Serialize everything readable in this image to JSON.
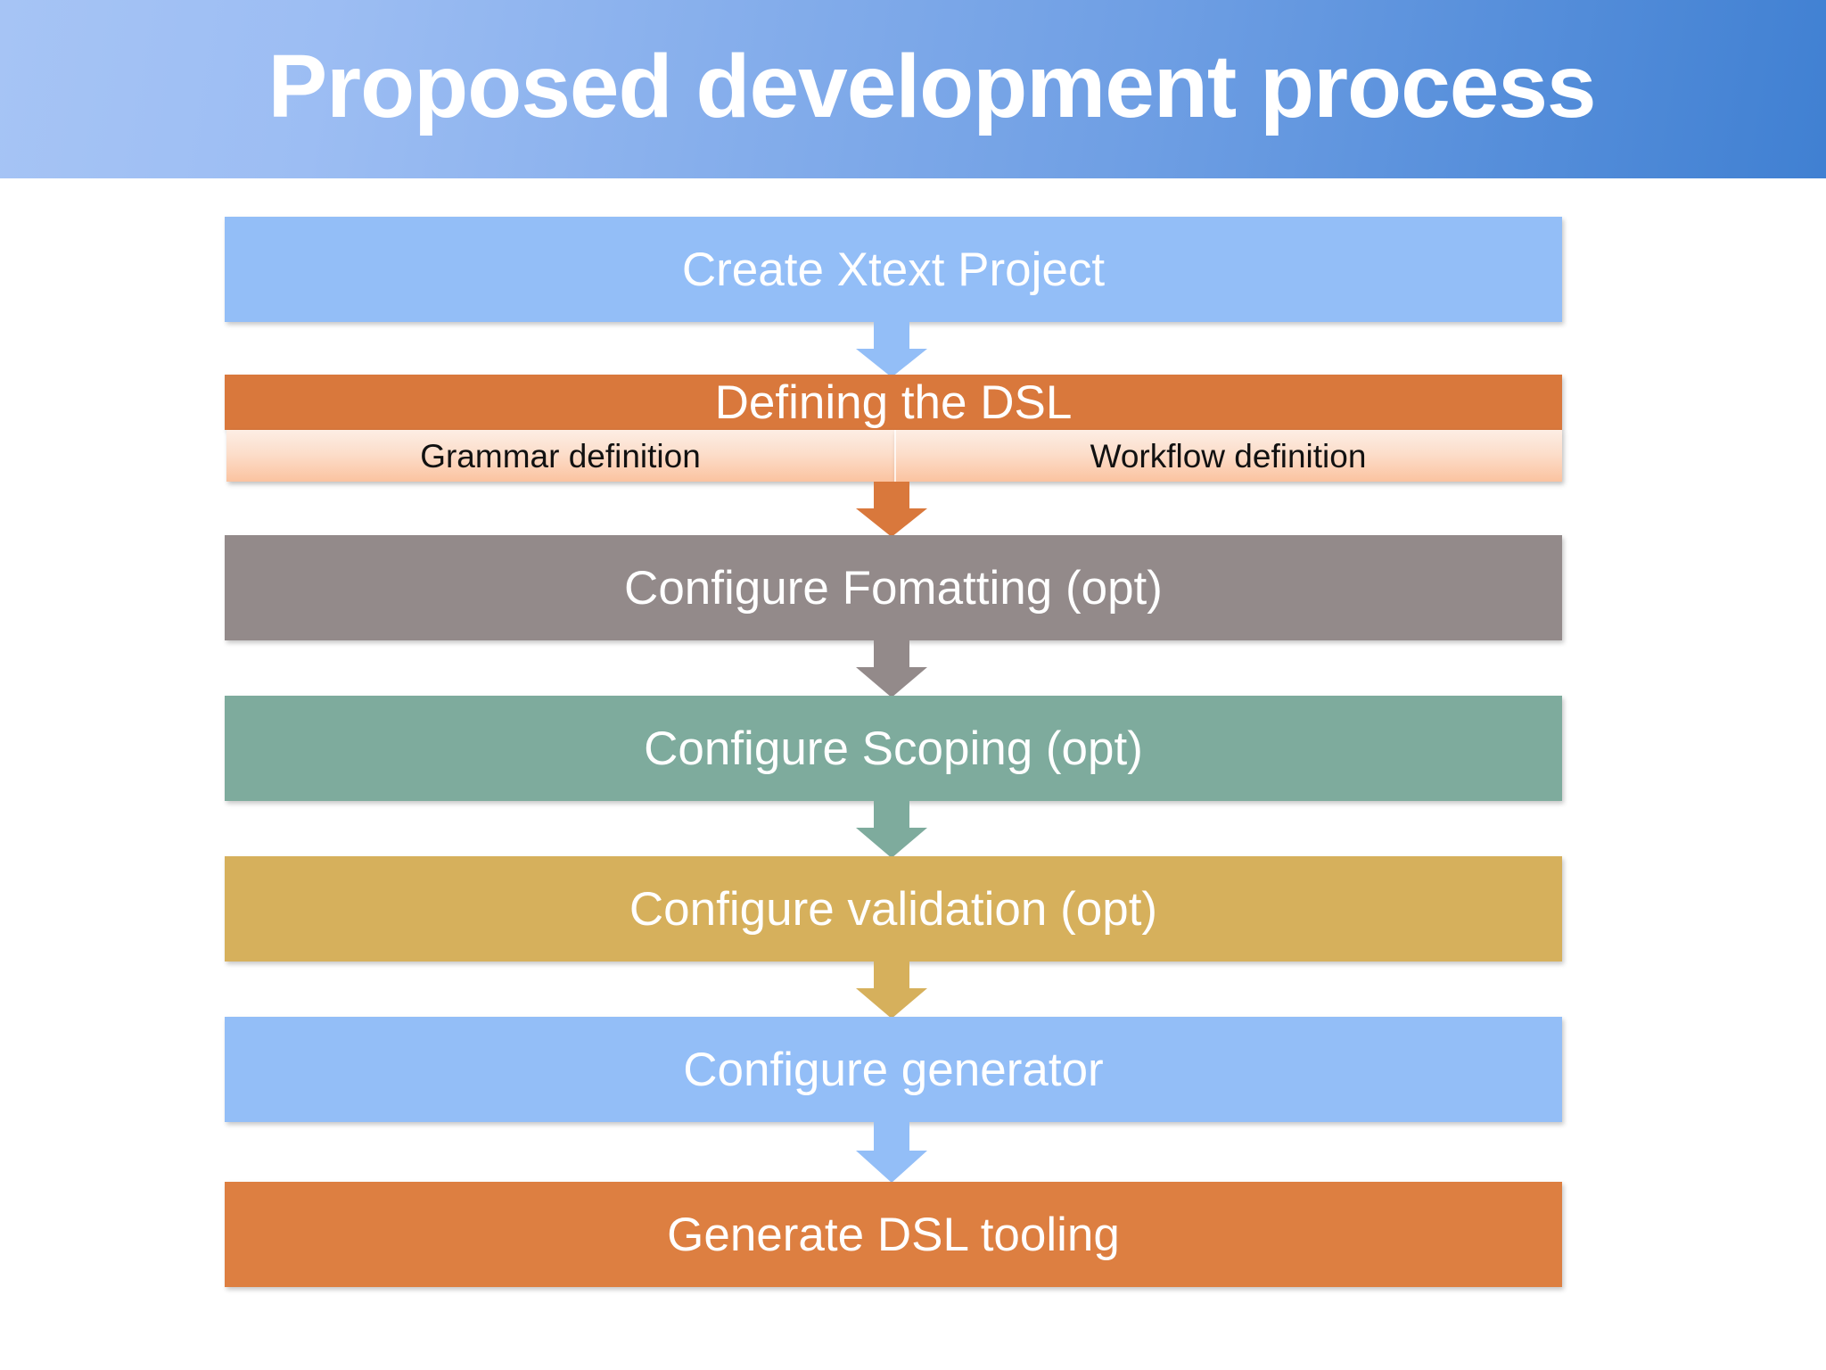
{
  "slide": {
    "title": "Proposed development process",
    "background_color": "#FFFFFF"
  },
  "banner": {
    "gradient_from": "#A6C4F5",
    "gradient_to": "#4080D2",
    "title_color": "#FFFFFF"
  },
  "flow": {
    "steps": [
      {
        "id": "create-xtext-project",
        "label": "Create Xtext Project",
        "color": "#93BEF7",
        "text_color": "#FFFFFF",
        "arrow_color": "#93BEF7"
      },
      {
        "id": "defining-the-dsl",
        "label": "Defining the DSL",
        "color": "#D9783C",
        "text_color": "#FFFFFF",
        "arrow_color": "#D9783C",
        "substeps": [
          {
            "id": "grammar-definition",
            "label": "Grammar definition",
            "gradient_from": "#FDEEE5",
            "gradient_to": "#FBC3A0",
            "text_color": "#111111"
          },
          {
            "id": "workflow-definition",
            "label": "Workflow definition",
            "gradient_from": "#FDEEE5",
            "gradient_to": "#FBC3A0",
            "text_color": "#111111"
          }
        ]
      },
      {
        "id": "configure-formatting",
        "label": "Configure Fomatting (opt)",
        "color": "#938A8A",
        "text_color": "#FFFFFF",
        "arrow_color": "#938A8A"
      },
      {
        "id": "configure-scoping",
        "label": "Configure Scoping (opt)",
        "color": "#7EAB9D",
        "text_color": "#FFFFFF",
        "arrow_color": "#7EAB9D"
      },
      {
        "id": "configure-validation",
        "label": "Configure validation (opt)",
        "color": "#D6B05C",
        "text_color": "#FFFFFF",
        "arrow_color": "#D6B05C"
      },
      {
        "id": "configure-generator",
        "label": "Configure generator",
        "color": "#93BEF7",
        "text_color": "#FFFFFF",
        "arrow_color": "#93BEF7"
      },
      {
        "id": "generate-dsl-tooling",
        "label": "Generate DSL tooling",
        "color": "#DD7F41",
        "text_color": "#FFFFFF",
        "arrow_color": null
      }
    ]
  }
}
